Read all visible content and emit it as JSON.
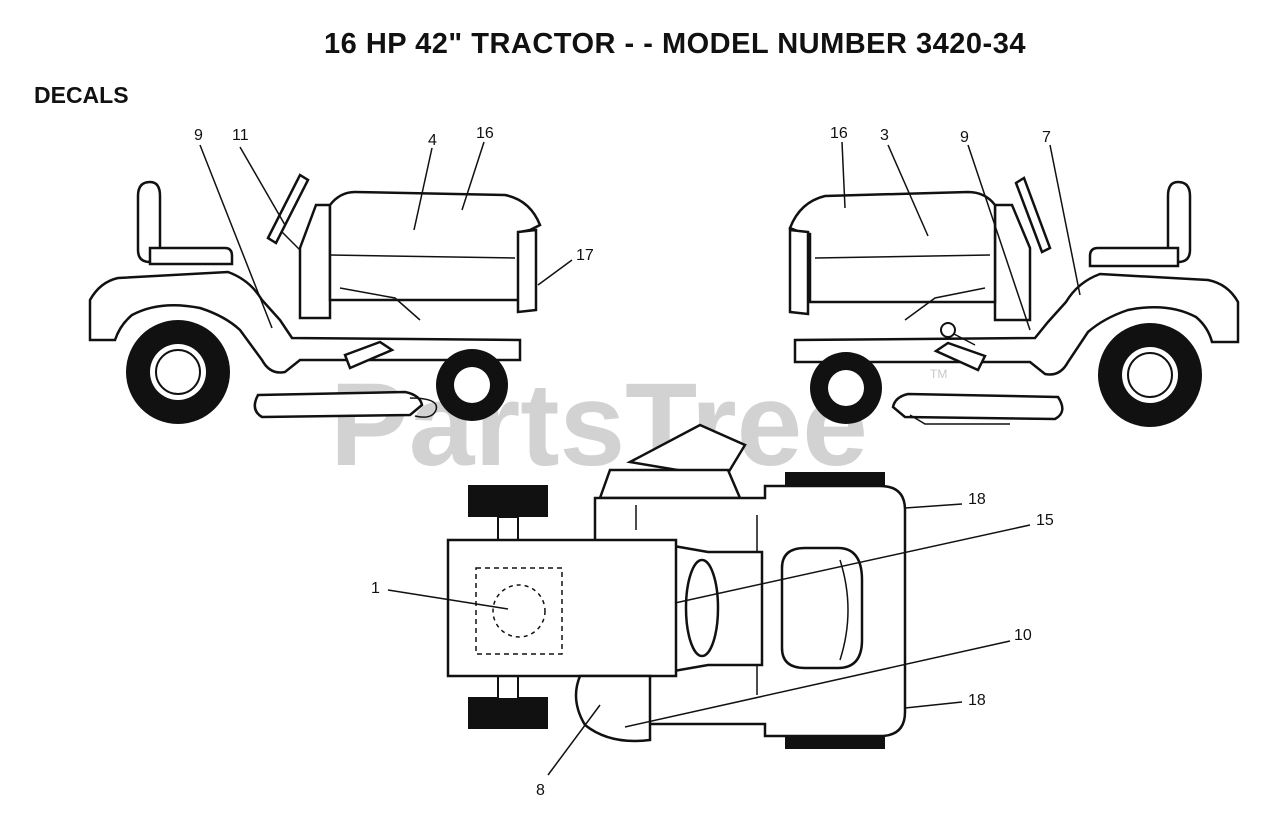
{
  "title": "16 HP 42\" TRACTOR - - MODEL NUMBER 3420-34",
  "section_label": "DECALS",
  "watermark": "PartsTree",
  "watermark_tm": "TM",
  "callouts": {
    "left_view": [
      "9",
      "11",
      "4",
      "16",
      "17"
    ],
    "right_view": [
      "16",
      "3",
      "9",
      "7"
    ],
    "top_view": [
      "18",
      "15",
      "1",
      "10",
      "18",
      "8"
    ]
  }
}
